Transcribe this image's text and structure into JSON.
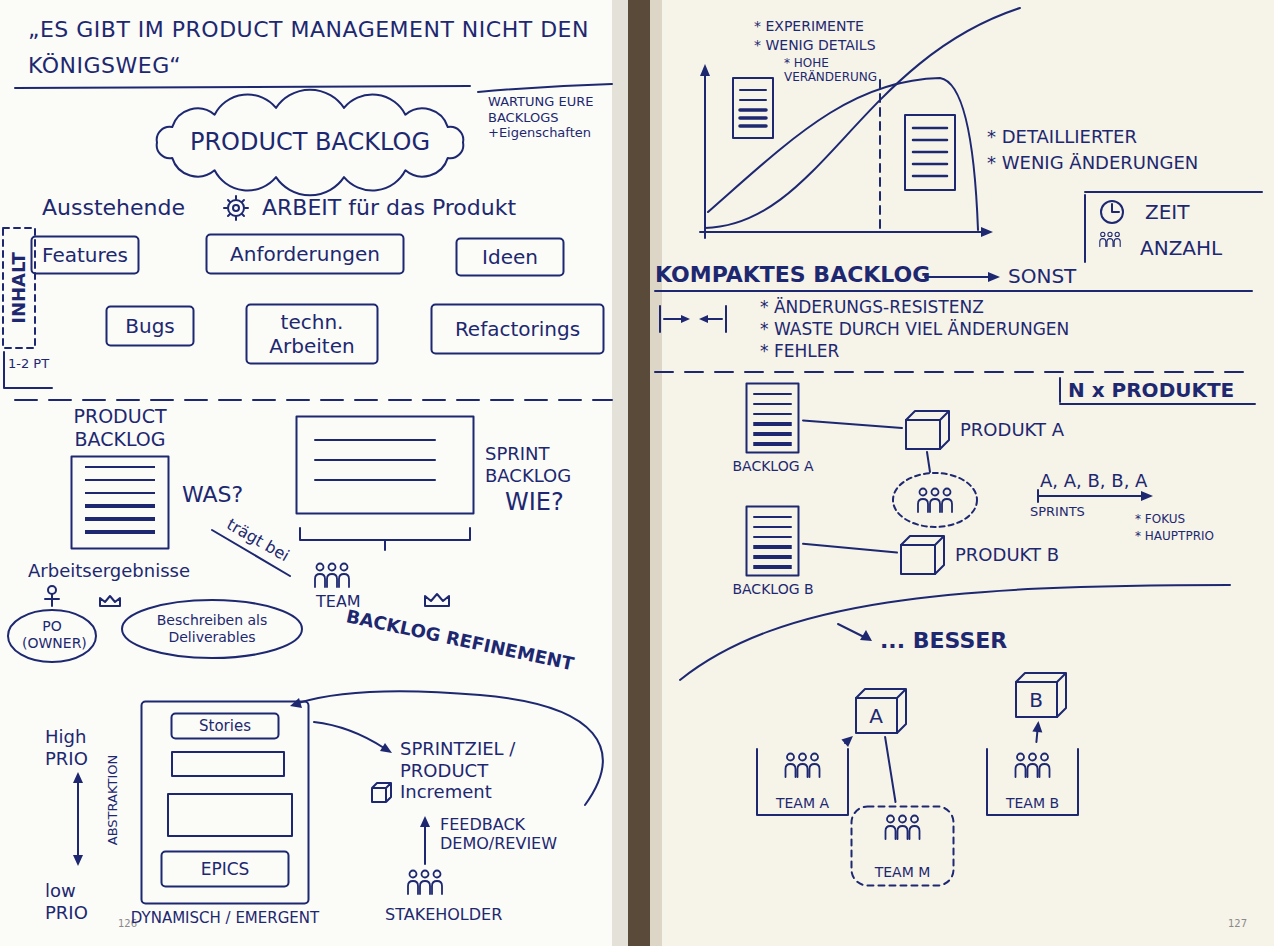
{
  "diagram": {
    "title": "„ES GIBT IM PRODUCT MANAGEMENT NICHT DEN KÖNIGSWEG“",
    "nodes": [
      {
        "text": [
          "PRODUCT BACKLOG"
        ]
      },
      {
        "text": [
          "Features"
        ]
      },
      {
        "text": [
          "Anforderungen"
        ]
      },
      {
        "text": [
          "Ideen"
        ]
      },
      {
        "text": [
          "Bugs"
        ]
      },
      {
        "text": [
          "techn. Arbeiten"
        ]
      },
      {
        "text": [
          "Refactorings"
        ]
      },
      {
        "text": [
          "PRODUCT BACKLOG"
        ]
      },
      {
        "text": [
          "SPRINT BACKLOG"
        ]
      },
      {
        "text": [
          "Beschreiben als Deliverables"
        ]
      },
      {
        "text": [
          "DYNAMISCH / EMERGENT"
        ]
      },
      {
        "text": [
          "Stories"
        ],
        "in": 10
      },
      {
        "text": [
          "EPICS"
        ],
        "in": 10
      },
      {
        "text": [
          "BACKLOG A"
        ]
      },
      {
        "text": [
          "PRODUKT A"
        ]
      },
      {
        "text": [
          "BACKLOG B"
        ]
      },
      {
        "text": [
          "PRODUKT B"
        ]
      },
      {
        "text": [
          "A"
        ]
      },
      {
        "text": [
          "B"
        ]
      },
      {
        "text": [
          "TEAM A"
        ]
      },
      {
        "text": [
          "TEAM B"
        ]
      },
      {
        "text": [
          "TEAM M"
        ]
      }
    ],
    "edges": [
      {
        "from": 13,
        "to": 14,
        "arrow": "none"
      },
      {
        "from": 15,
        "to": 16,
        "arrow": "none"
      },
      {
        "from": 19,
        "to": 17,
        "arrow": "to"
      },
      {
        "from": 20,
        "to": 18,
        "arrow": "to"
      },
      {
        "from": 17,
        "to": 21,
        "arrow": "none"
      }
    ],
    "labels": [
      "WARTUNG EURE BACKLOGS +Eigenschaften",
      "Ausstehende",
      "ARBEIT für das Produkt",
      "INHALT",
      "1-2 PT",
      "WAS?",
      "WIE?",
      "trägt bei",
      "TEAM",
      "Arbeitsergebnisse",
      "PO (OWNER)",
      "BACKLOG REFINEMENT",
      "High PRIO",
      "ABSTRAKTION",
      "low PRIO",
      "SPRINTZIEL / PRODUCT Increment",
      "FEEDBACK DEMO/REVIEW",
      "STAKEHOLDER",
      "126",
      "* EXPERIMENTE",
      "* WENIG DETAILS",
      "* HOHE VERÄNDERUNG",
      "* DETAILLIERTER",
      "* WENIG ÄNDERUNGEN",
      "ZEIT",
      "ANZAHL",
      "KOMPAKTES BACKLOG",
      "SONST",
      "* ÄNDERUNGS-RESISTENZ",
      "* WASTE DURCH VIEL ÄNDERUNGEN",
      "* FEHLER",
      "N x PRODUKTE",
      "A, A, B, B, A",
      "SPRINTS",
      "* FOKUS",
      "* HAUPTPRIO",
      "... BESSER",
      "127"
    ]
  }
}
